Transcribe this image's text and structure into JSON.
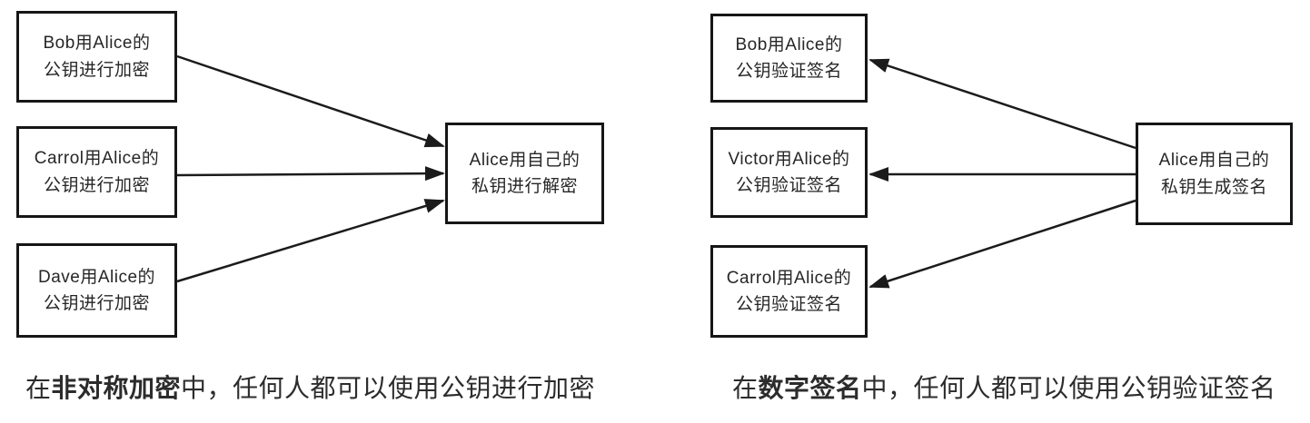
{
  "left_diagram": {
    "boxes": [
      {
        "line1": "Bob用Alice的",
        "line2": "公钥进行加密"
      },
      {
        "line1": "Carrol用Alice的",
        "line2": "公钥进行加密"
      },
      {
        "line1": "Dave用Alice的",
        "line2": "公钥进行加密"
      },
      {
        "line1": "Alice用自己的",
        "line2": "私钥进行解密"
      }
    ],
    "caption": {
      "prefix": "在",
      "bold": "非对称加密",
      "suffix": "中，任何人都可以使用公钥进行加密"
    }
  },
  "right_diagram": {
    "boxes": [
      {
        "line1": "Bob用Alice的",
        "line2": "公钥验证签名"
      },
      {
        "line1": "Victor用Alice的",
        "line2": "公钥验证签名"
      },
      {
        "line1": "Carrol用Alice的",
        "line2": "公钥验证签名"
      },
      {
        "line1": "Alice用自己的",
        "line2": "私钥生成签名"
      }
    ],
    "caption": {
      "prefix": "在",
      "bold": "数字签名",
      "suffix": "中，任何人都可以使用公钥验证签名"
    }
  },
  "colors": {
    "line": "#1b1b1b",
    "box_border": "#161616",
    "box_text": "#262626",
    "caption_text": "#2c2c2c",
    "background": "#ffffff"
  }
}
